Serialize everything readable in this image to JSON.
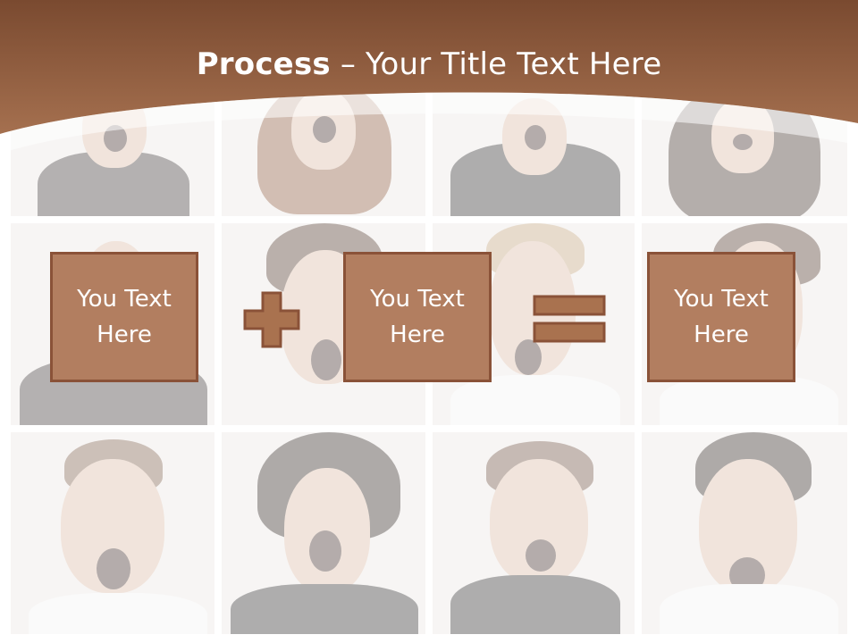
{
  "slide": {
    "title_bold": "Process",
    "title_rest": " – Your Title Text Here"
  },
  "process": {
    "boxes": [
      {
        "label": "You Text Here"
      },
      {
        "label": "You Text Here"
      },
      {
        "label": "You Text Here"
      }
    ],
    "operators": [
      "plus-icon",
      "equals-icon"
    ]
  },
  "colors": {
    "header_brown": "#9a6446",
    "box_fill": "#b27e60",
    "box_border": "#8a5238",
    "operator_fill": "#a9724f"
  },
  "background": {
    "description_icon": "photo-collage-icon"
  }
}
